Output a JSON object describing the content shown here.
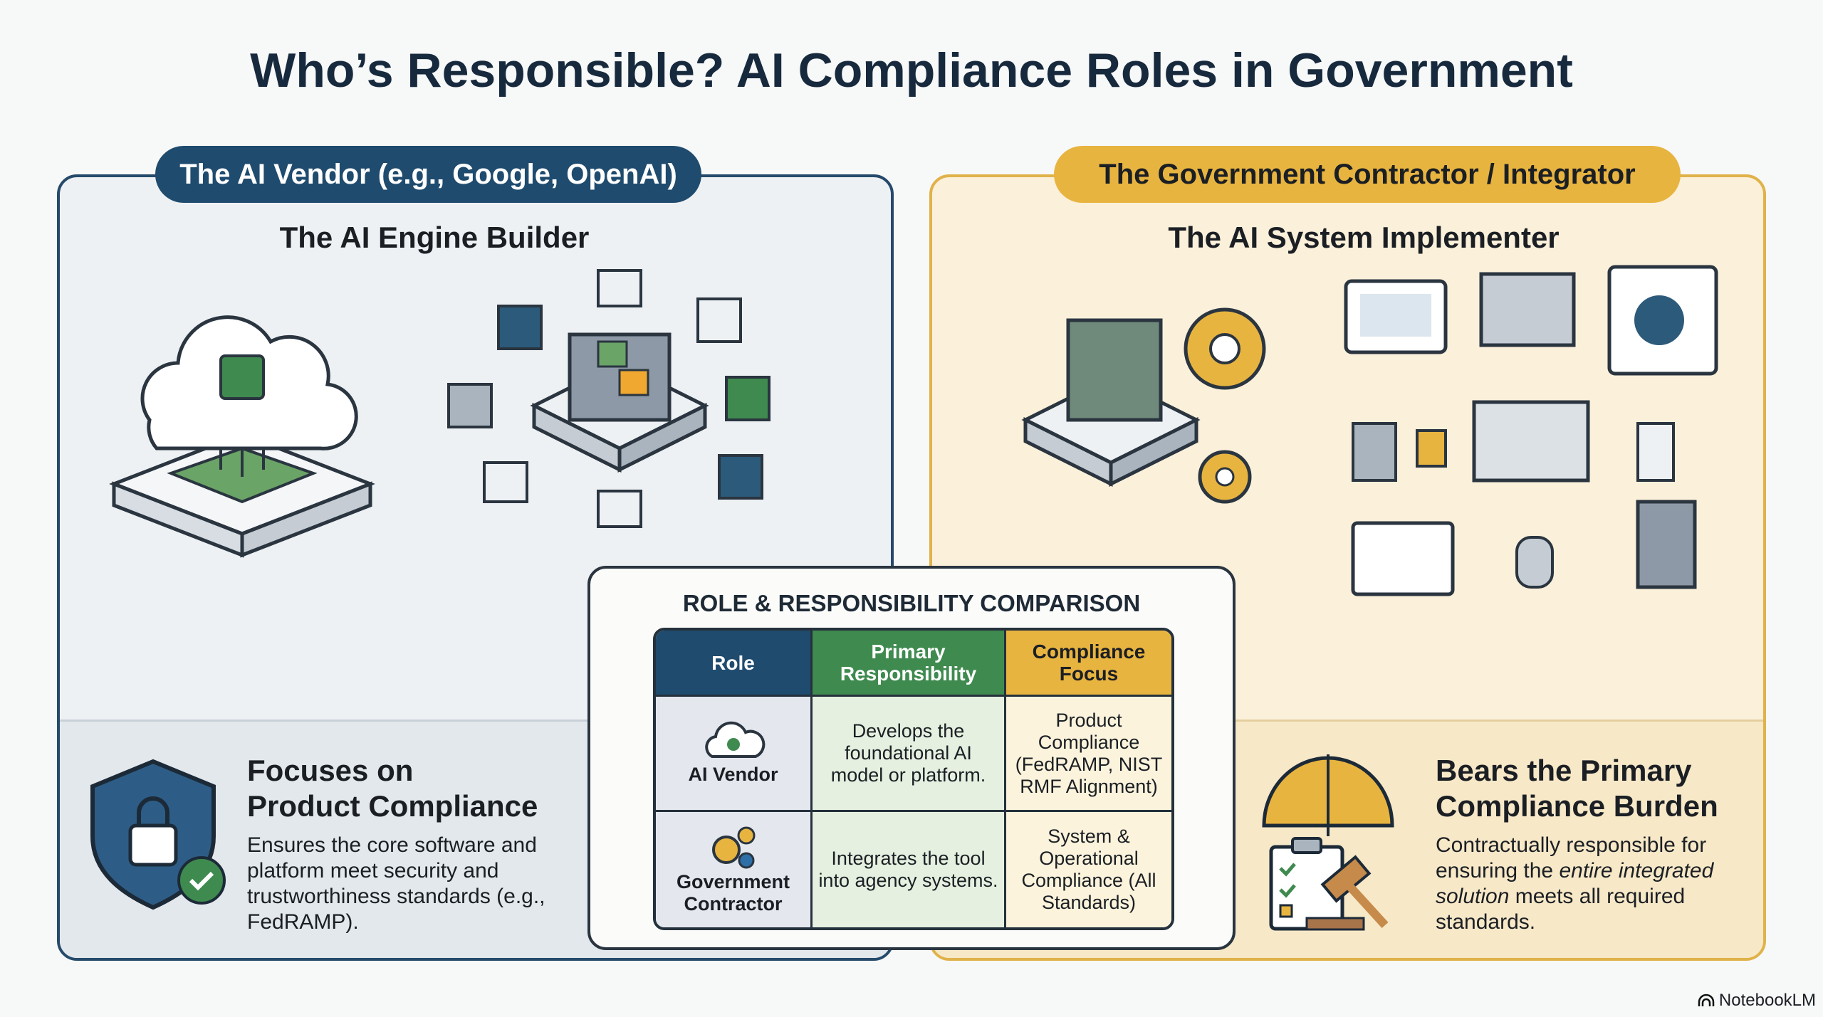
{
  "title": "Who’s Responsible? AI Compliance Roles in Government",
  "vendor": {
    "pill": "The AI Vendor (e.g., Google, OpenAI)",
    "subtitle": "The AI Engine Builder",
    "heading_1": "Focuses on",
    "heading_2": "Product Compliance",
    "body": "Ensures the core software and platform meet security and trustworthiness standards (e.g., FedRAMP)."
  },
  "contractor": {
    "pill": "The Government Contractor / Integrator",
    "subtitle": "The AI System Implementer",
    "heading_1": "Bears the Primary",
    "heading_2": "Compliance Burden",
    "body_1": "Contractually responsible for ensuring the ",
    "body_em": "entire integrated solution",
    "body_2": " meets all required standards."
  },
  "table": {
    "title": "ROLE & RESPONSIBILITY COMPARISON",
    "headers": [
      "Role",
      "Primary Responsibility",
      "Compliance Focus"
    ],
    "rows": [
      {
        "role": "AI Vendor",
        "responsibility": "Develops the foundational AI model or platform.",
        "focus": "Product Compliance (FedRAMP, NIST RMF Alignment)"
      },
      {
        "role": "Government Contractor",
        "responsibility": "Integrates the tool into agency systems.",
        "focus": "System & Operational Compliance (All Standards)"
      }
    ]
  },
  "branding": "NotebookLM",
  "colors": {
    "navy": "#1f4b6e",
    "green": "#3f8a4f",
    "gold": "#e8b440"
  }
}
